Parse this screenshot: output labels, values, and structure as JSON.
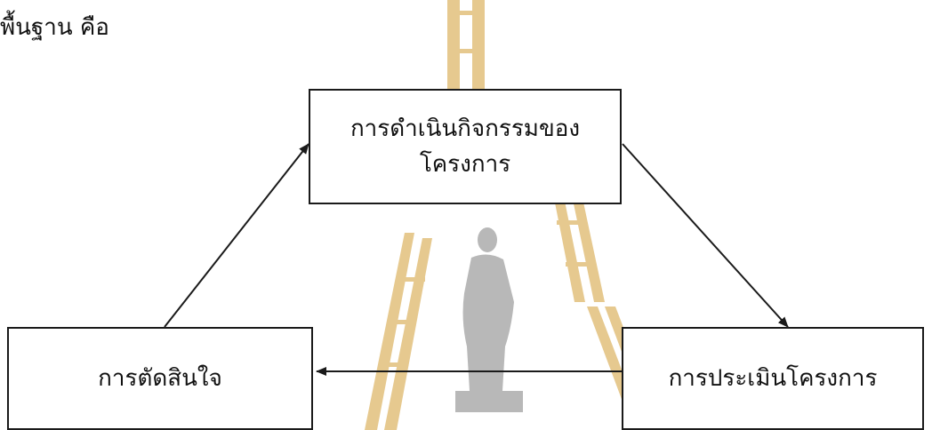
{
  "heading": "พื้นฐาน คือ",
  "diagram": {
    "nodes": {
      "project_activities": {
        "line1": "การดำเนินกิจกรรมของ",
        "line2": "โครงการ"
      },
      "project_evaluation": {
        "label": "การประเมินโครงการ"
      },
      "decision_making": {
        "label": "การตัดสินใจ"
      }
    },
    "edges": [
      {
        "from": "project_activities",
        "to": "project_evaluation"
      },
      {
        "from": "project_evaluation",
        "to": "decision_making"
      },
      {
        "from": "decision_making",
        "to": "project_activities"
      }
    ]
  },
  "colors": {
    "watermark_gold": "#E6C98F",
    "watermark_figure": "#B8B8B8",
    "line": "#1A1A1A"
  }
}
